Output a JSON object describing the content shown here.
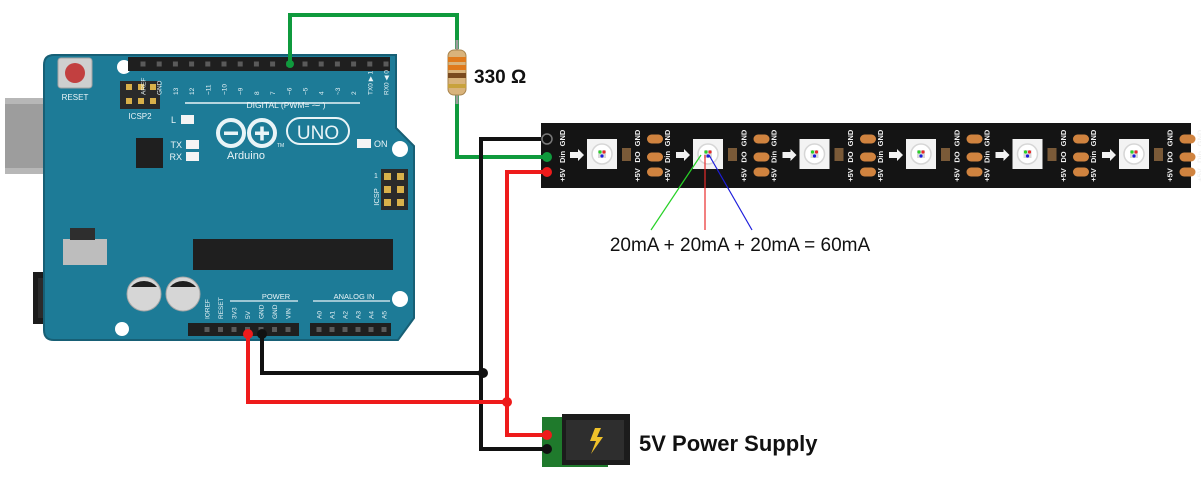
{
  "colors": {
    "board": "#1d7b97",
    "board_edge": "#175f75",
    "board_text": "#e9f4f7",
    "strip": "#141414",
    "pad": "#d0833f",
    "wire_green": "#0f9a3d",
    "wire_black": "#111111",
    "wire_red": "#ee1b1b",
    "power_jack_pcb": "#1f7a2c",
    "current_green": "#27d227",
    "current_red": "#e82a2a",
    "current_blue": "#1d1ddc"
  },
  "arduino": {
    "reset_label": "RESET",
    "icsp2_label": "ICSP2",
    "led_l": "L",
    "led_tx": "TX",
    "led_rx": "RX",
    "logo_text": "Arduino",
    "logo_tm": "TM",
    "model": "UNO",
    "on_label": "ON",
    "icsp_label": "ICSP",
    "icsp_pin1": "1",
    "digital_header_label": "DIGITAL (PWM= ⁓ )",
    "digital_pins": [
      "AREF",
      "GND",
      "13",
      "12",
      "~11",
      "~10",
      "~9",
      "8",
      "7",
      "~6",
      "~5",
      "4",
      "~3",
      "2",
      "TX0 ▶ 1",
      "RX0 ◀ 0"
    ],
    "power_header_label": "POWER",
    "power_pins": [
      "IOREF",
      "RESET",
      "3V3",
      "5V",
      "GND",
      "GND",
      "VIN"
    ],
    "analog_header_label": "ANALOG IN",
    "analog_pins": [
      "A0",
      "A1",
      "A2",
      "A3",
      "A4",
      "A5"
    ]
  },
  "resistor": {
    "label": "330 Ω"
  },
  "led_strip": {
    "pad_labels": {
      "gnd": "GND",
      "din": "Din",
      "do": "DO",
      "vcc": "+5V"
    }
  },
  "current_note": "20mA + 20mA + 20mA = 60mA",
  "power_supply": {
    "label": "5V Power Supply"
  }
}
